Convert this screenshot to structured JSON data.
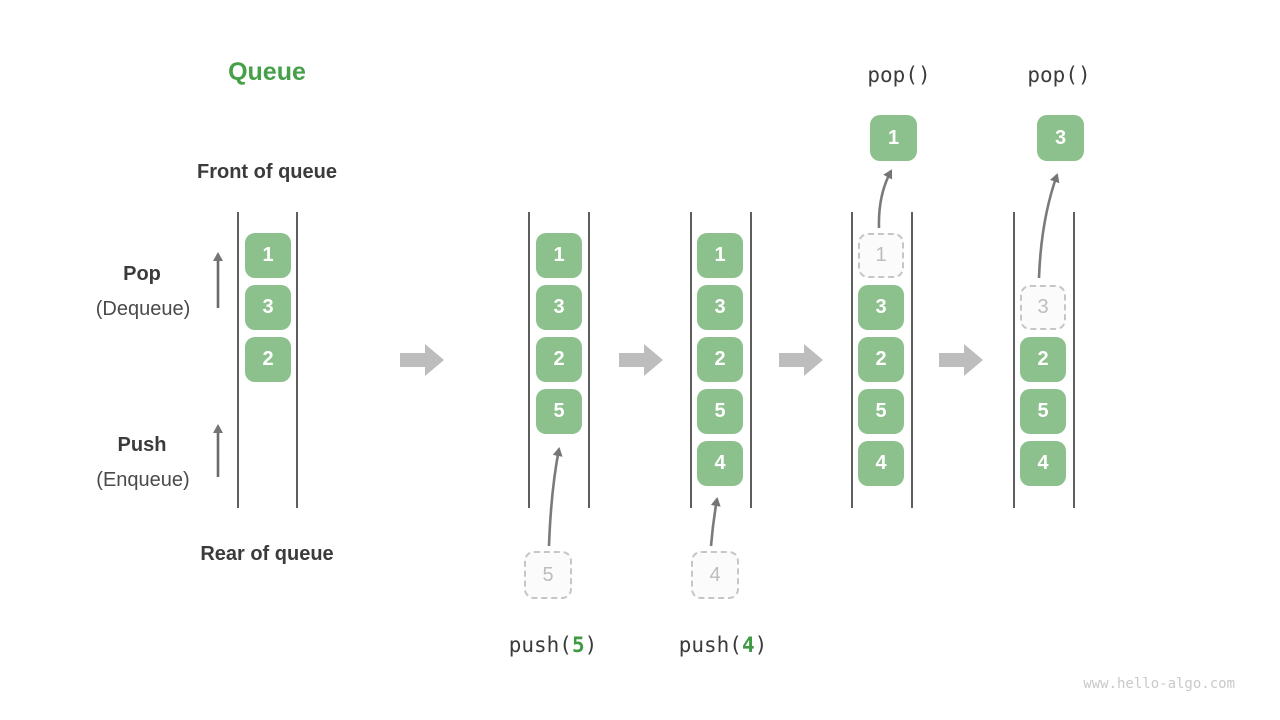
{
  "title": "Queue",
  "watermark": "www.hello-algo.com",
  "side": {
    "front_label": "Front of queue",
    "rear_label": "Rear of queue",
    "pop_label": "Pop",
    "pop_sublabel": "(Dequeue)",
    "push_label": "Push",
    "push_sublabel": "(Enqueue)"
  },
  "colors": {
    "box_green": "#8CC08C",
    "accent_green": "#46A049",
    "text_dark": "#3B3B3B",
    "ghost_gray": "#BDBDBD",
    "transition_arrow_gray": "#BDBDBD"
  },
  "queues": [
    {
      "items": [
        "1",
        "3",
        "2"
      ]
    },
    {
      "items": [
        "1",
        "3",
        "2",
        "5"
      ],
      "pushed_value": "5",
      "op_prefix": "push(",
      "op_arg": "5",
      "op_suffix": ")"
    },
    {
      "items": [
        "1",
        "3",
        "2",
        "5",
        "4"
      ],
      "pushed_value": "4",
      "op_prefix": "push(",
      "op_arg": "4",
      "op_suffix": ")"
    },
    {
      "ghost_value": "1",
      "items": [
        "3",
        "2",
        "5",
        "4"
      ],
      "popped_value": "1",
      "op_label": "pop()"
    },
    {
      "ghost_value": "3",
      "items": [
        "2",
        "5",
        "4"
      ],
      "popped_value": "3",
      "op_label": "pop()"
    }
  ]
}
